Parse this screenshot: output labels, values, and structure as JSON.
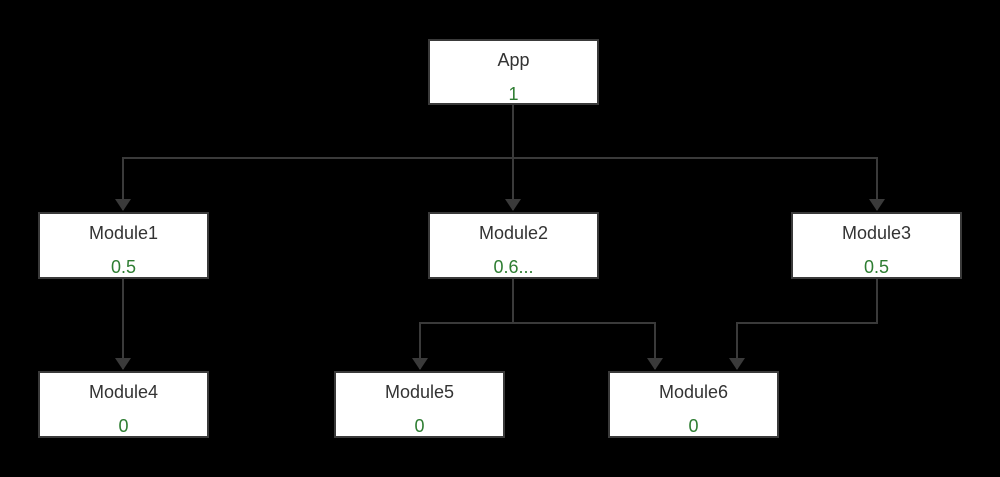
{
  "colors": {
    "background": "#000000",
    "node_fill": "#ffffff",
    "node_border": "#3a3a3a",
    "edge": "#3a3a3a",
    "name_text": "#333333",
    "value_text": "#2e7d32"
  },
  "nodes": {
    "app": {
      "name": "App",
      "value": "1"
    },
    "module1": {
      "name": "Module1",
      "value": "0.5"
    },
    "module2": {
      "name": "Module2",
      "value": "0.6..."
    },
    "module3": {
      "name": "Module3",
      "value": "0.5"
    },
    "module4": {
      "name": "Module4",
      "value": "0"
    },
    "module5": {
      "name": "Module5",
      "value": "0"
    },
    "module6": {
      "name": "Module6",
      "value": "0"
    }
  },
  "edges": [
    {
      "from": "app",
      "to": "module1"
    },
    {
      "from": "app",
      "to": "module2"
    },
    {
      "from": "app",
      "to": "module3"
    },
    {
      "from": "module1",
      "to": "module4"
    },
    {
      "from": "module2",
      "to": "module5"
    },
    {
      "from": "module2",
      "to": "module6"
    },
    {
      "from": "module3",
      "to": "module6"
    }
  ]
}
